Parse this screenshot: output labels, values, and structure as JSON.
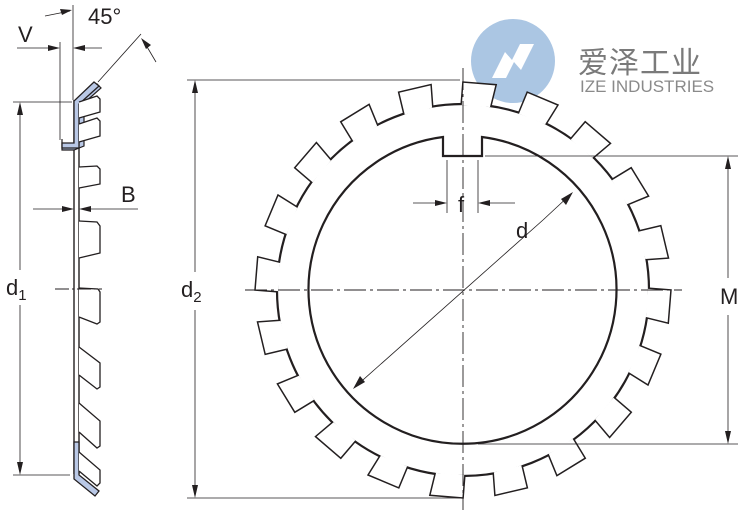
{
  "drawing": {
    "title": "Lock washer (tab washer) dimension drawing",
    "labels": {
      "V": "V",
      "angle": "45°",
      "B": "B",
      "d1": "d",
      "d1_sub": "1",
      "d2": "d",
      "d2_sub": "2",
      "f": "f",
      "d": "d",
      "M": "M"
    },
    "views": [
      "side-section-view",
      "front-view"
    ],
    "colors": {
      "line": "#231f20",
      "section_fill": "#b9c8e6",
      "logo_circle": "#a7c3e2"
    }
  },
  "watermark": {
    "cn_text": "爱泽工业",
    "en_text": "IZE INDUSTRIES"
  }
}
